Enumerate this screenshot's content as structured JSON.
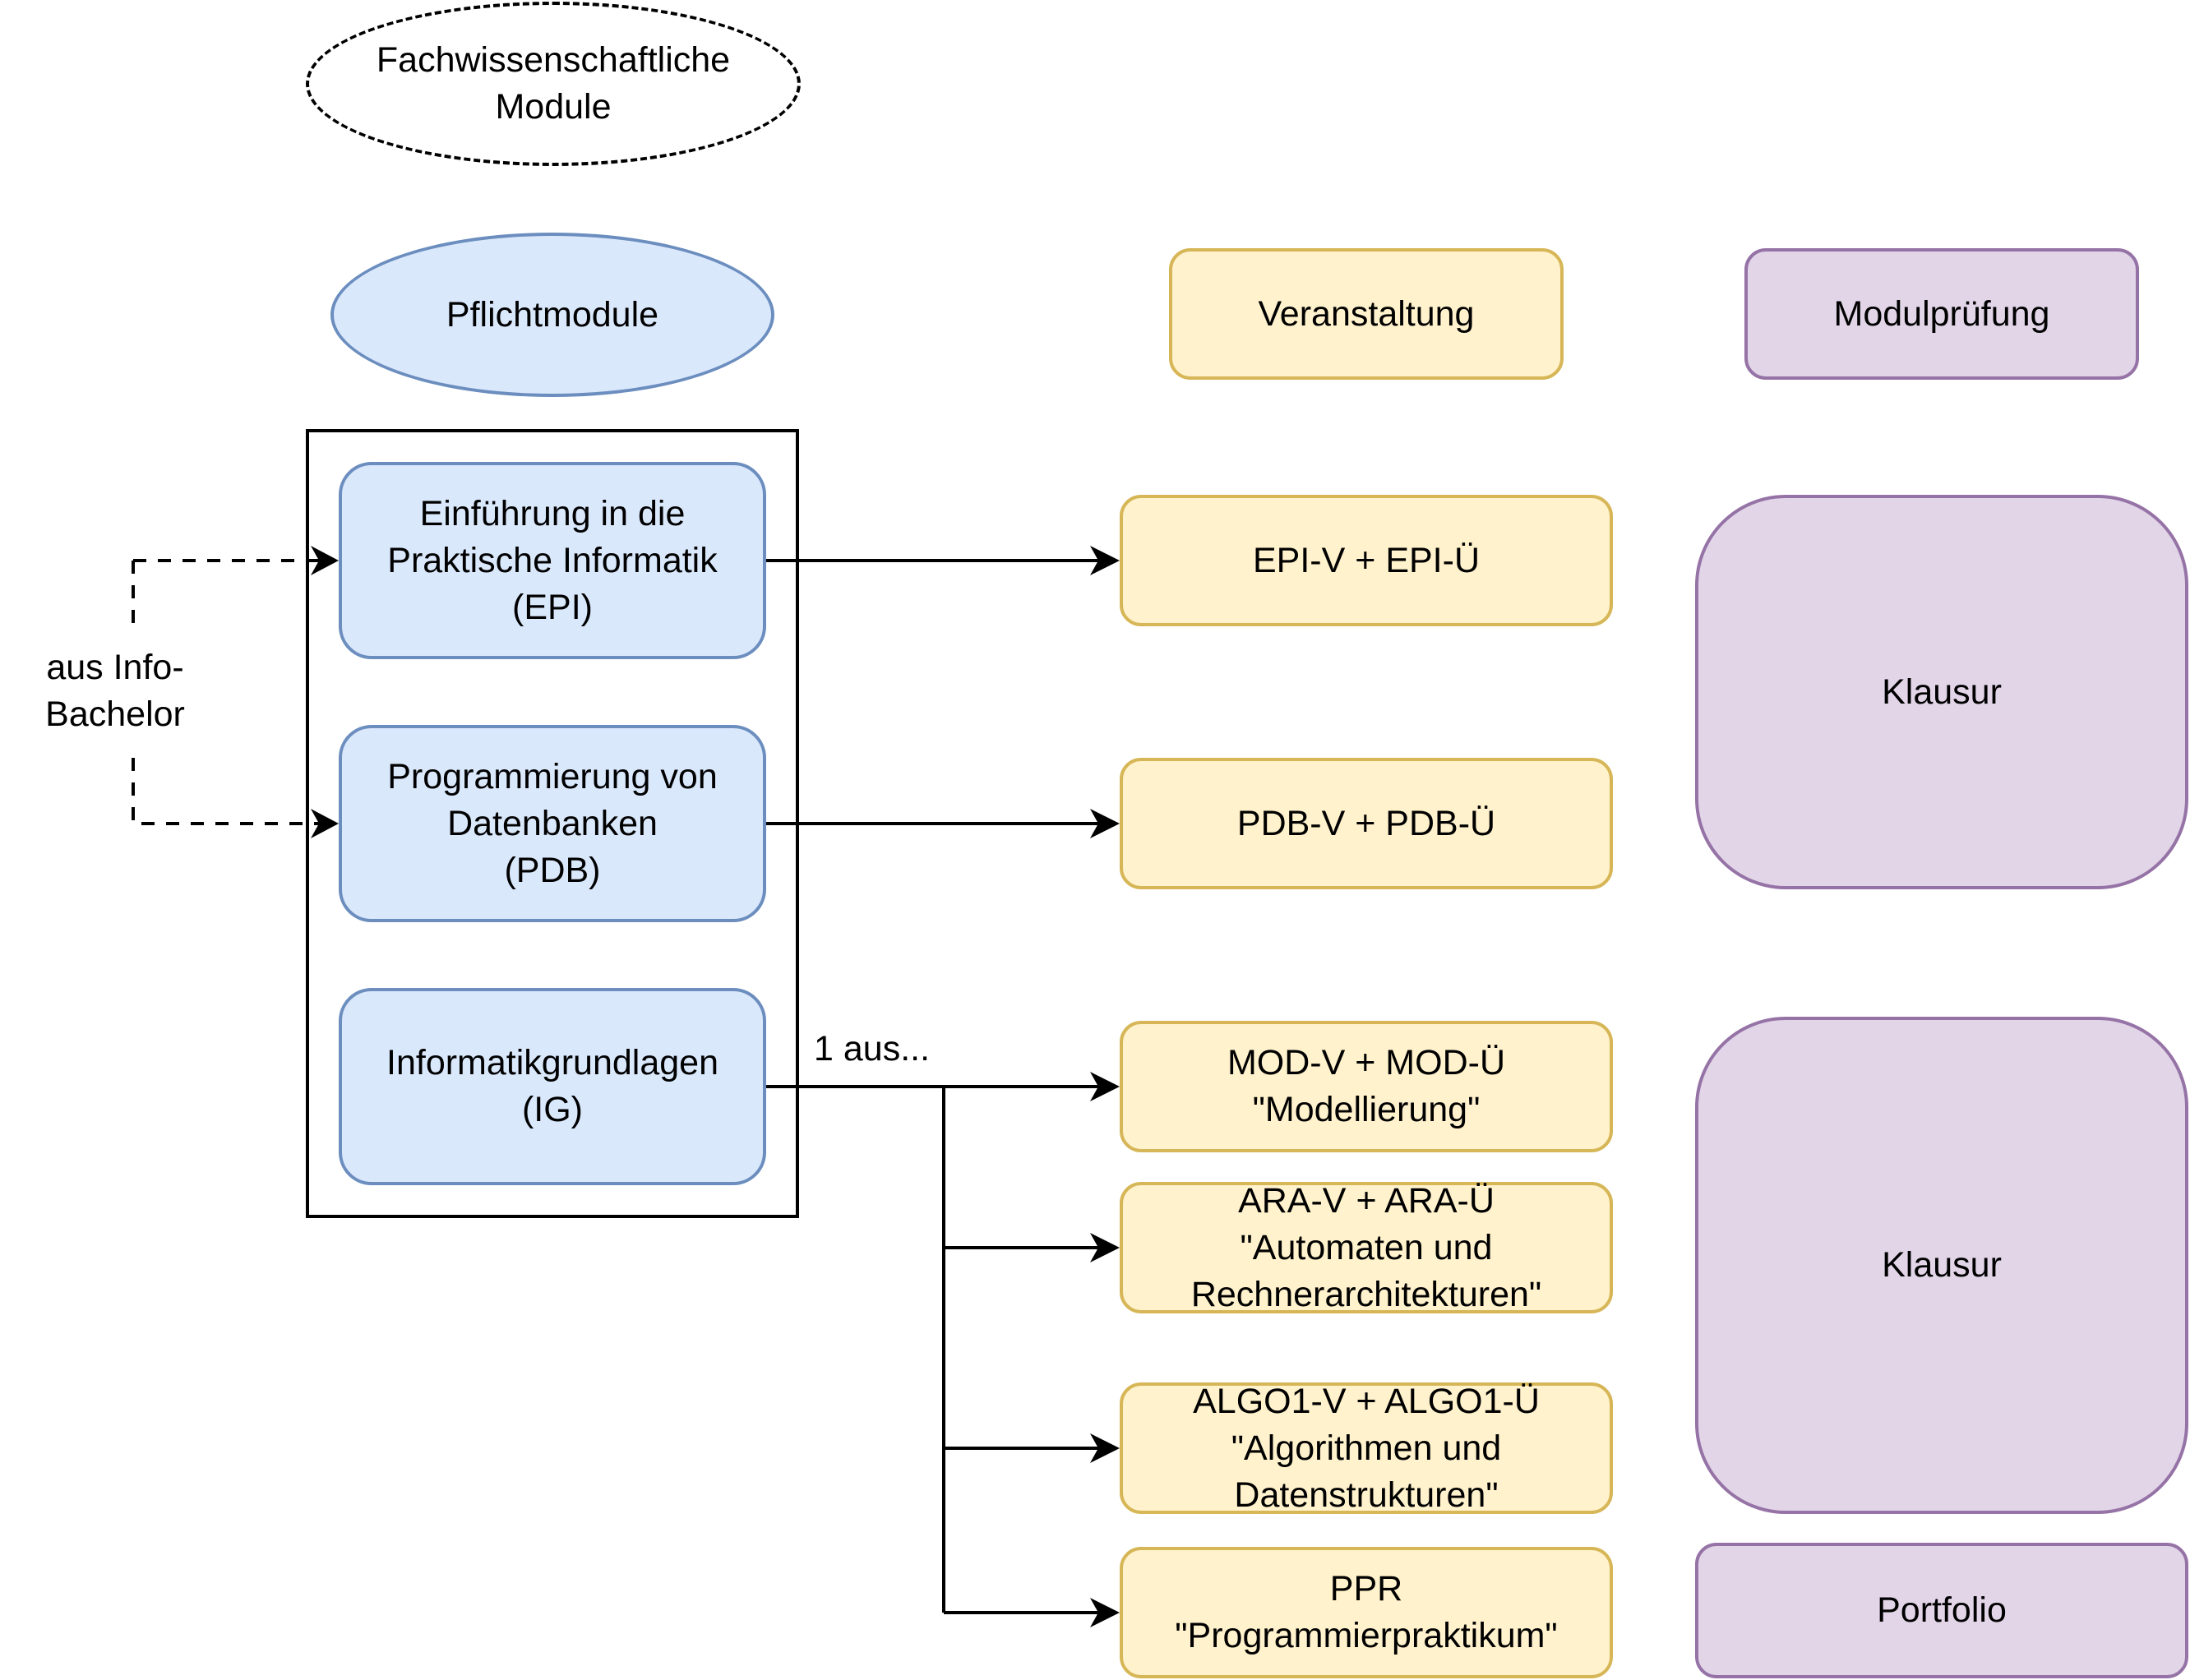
{
  "title": "Fachwissenschaftliche\nModule",
  "columns": {
    "modules_header": "Pflichtmodule",
    "courses_header": "Veranstaltung",
    "exams_header": "Modulprüfung"
  },
  "side_label": "aus Info-\nBachelor",
  "choice_label": "1 aus...",
  "modules": [
    {
      "id": "epi",
      "label": "Einführung in die\nPraktische Informatik\n(EPI)"
    },
    {
      "id": "pdb",
      "label": "Programmierung von\nDatenbanken\n(PDB)"
    },
    {
      "id": "ig",
      "label": "Informatikgrundlagen\n(IG)"
    }
  ],
  "courses": [
    {
      "id": "epi-v",
      "label": "EPI-V + EPI-Ü"
    },
    {
      "id": "pdb-v",
      "label": "PDB-V + PDB-Ü"
    },
    {
      "id": "mod-v",
      "label": "MOD-V + MOD-Ü\n\"Modellierung\""
    },
    {
      "id": "ara-v",
      "label": "ARA-V + ARA-Ü\n\"Automaten und\nRechnerarchitekturen\""
    },
    {
      "id": "algo1-v",
      "label": "ALGO1-V + ALGO1-Ü\n\"Algorithmen und\nDatenstrukturen\""
    },
    {
      "id": "ppr",
      "label": "PPR\n\"Programmierpraktikum\""
    }
  ],
  "exams": [
    {
      "id": "klausur-1",
      "label": "Klausur"
    },
    {
      "id": "klausur-2",
      "label": "Klausur"
    },
    {
      "id": "portfolio",
      "label": "Portfolio"
    }
  ],
  "colors": {
    "module_fill": "#dae8fc",
    "module_stroke": "#6c8ebf",
    "course_fill": "#fff2cc",
    "course_stroke": "#d6b656",
    "exam_fill": "#e1d5e7",
    "exam_stroke": "#9673a6"
  }
}
